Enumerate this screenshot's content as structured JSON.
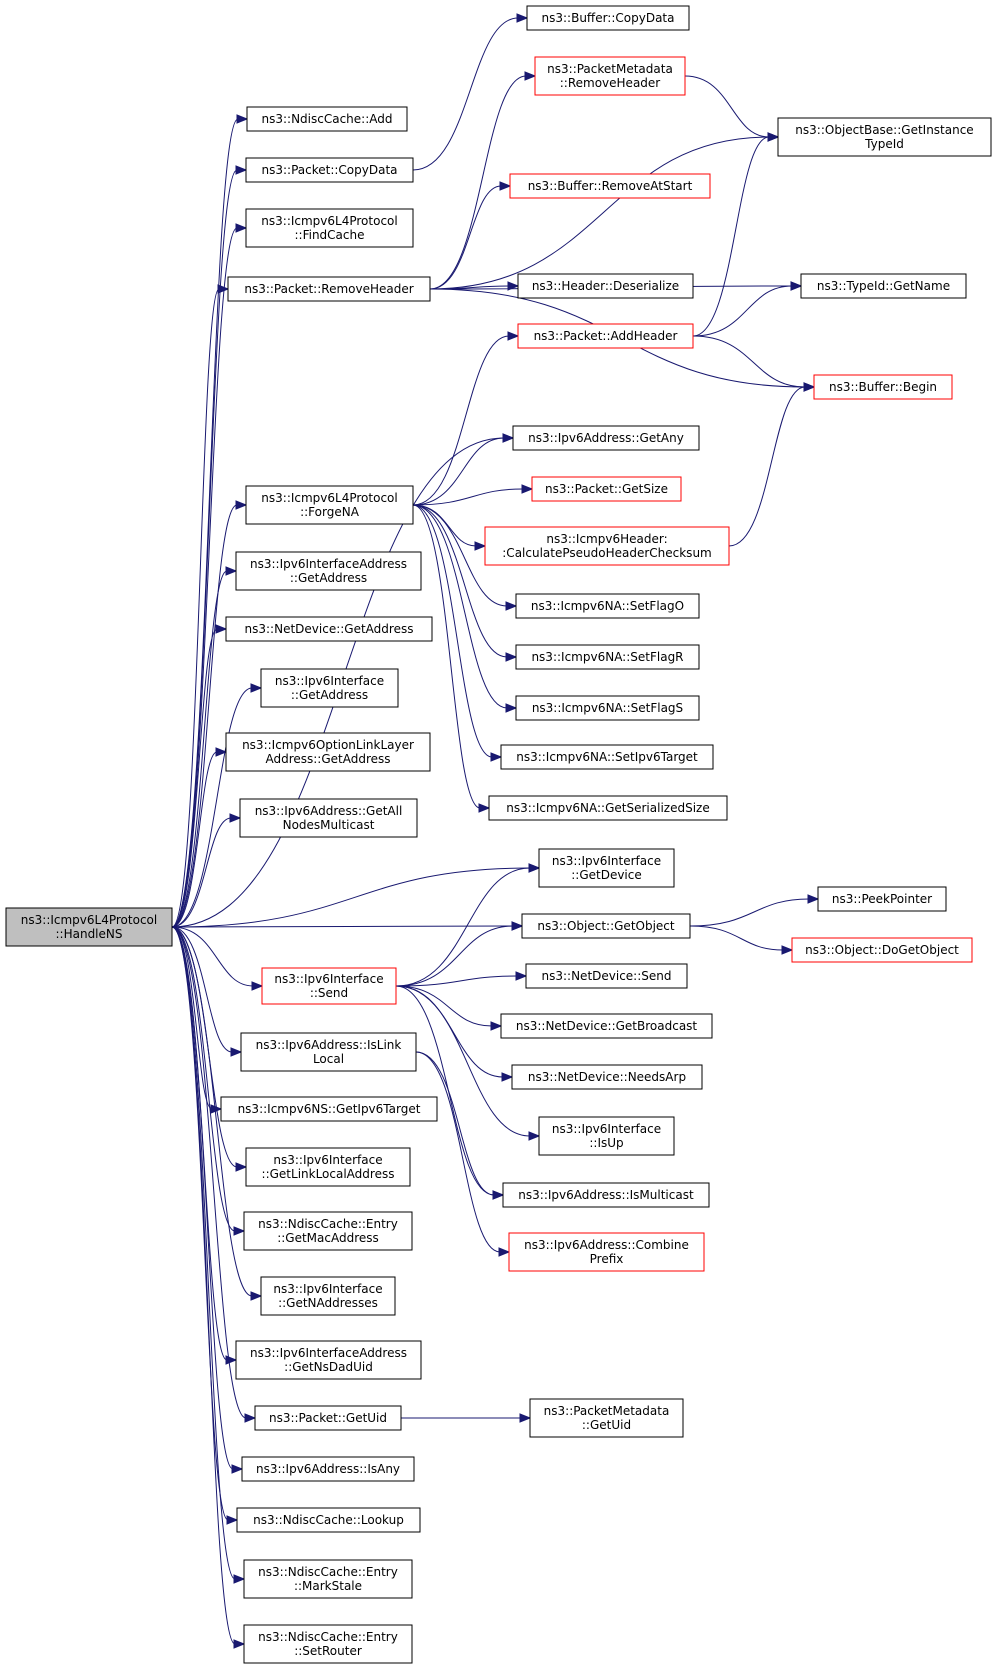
{
  "colors": {
    "edge": "#191970",
    "border_normal": "#000000",
    "border_incomplete": "#ff0000",
    "fill_normal": "#ffffff",
    "fill_root": "#bfbfbf"
  },
  "nodes": [
    {
      "id": "root",
      "lines": [
        "ns3::Icmpv6L4Protocol",
        "::HandleNS"
      ],
      "style": "root"
    },
    {
      "id": "ndisc_add",
      "lines": [
        "ns3::NdiscCache::Add"
      ],
      "style": "normal"
    },
    {
      "id": "packet_copydata",
      "lines": [
        "ns3::Packet::CopyData"
      ],
      "style": "normal"
    },
    {
      "id": "findcache",
      "lines": [
        "ns3::Icmpv6L4Protocol",
        "::FindCache"
      ],
      "style": "normal"
    },
    {
      "id": "packet_removeheader",
      "lines": [
        "ns3::Packet::RemoveHeader"
      ],
      "style": "normal"
    },
    {
      "id": "forgena",
      "lines": [
        "ns3::Icmpv6L4Protocol",
        "::ForgeNA"
      ],
      "style": "normal"
    },
    {
      "id": "ifaddr_getaddress",
      "lines": [
        "ns3::Ipv6InterfaceAddress",
        "::GetAddress"
      ],
      "style": "normal"
    },
    {
      "id": "netdev_getaddress",
      "lines": [
        "ns3::NetDevice::GetAddress"
      ],
      "style": "normal"
    },
    {
      "id": "iface_getaddress",
      "lines": [
        "ns3::Ipv6Interface",
        "::GetAddress"
      ],
      "style": "normal"
    },
    {
      "id": "optlink_getaddress",
      "lines": [
        "ns3::Icmpv6OptionLinkLayer",
        "Address::GetAddress"
      ],
      "style": "normal"
    },
    {
      "id": "getallnodes",
      "lines": [
        "ns3::Ipv6Address::GetAll",
        "NodesMulticast"
      ],
      "style": "normal"
    },
    {
      "id": "iface_send",
      "lines": [
        "ns3::Ipv6Interface",
        "::Send"
      ],
      "style": "incomplete"
    },
    {
      "id": "islinklocal",
      "lines": [
        "ns3::Ipv6Address::IsLink",
        "Local"
      ],
      "style": "normal"
    },
    {
      "id": "ns_getipv6target",
      "lines": [
        "ns3::Icmpv6NS::GetIpv6Target"
      ],
      "style": "normal"
    },
    {
      "id": "getlinklocal",
      "lines": [
        "ns3::Ipv6Interface",
        "::GetLinkLocalAddress"
      ],
      "style": "normal"
    },
    {
      "id": "entry_getmac",
      "lines": [
        "ns3::NdiscCache::Entry",
        "::GetMacAddress"
      ],
      "style": "normal"
    },
    {
      "id": "getnaddresses",
      "lines": [
        "ns3::Ipv6Interface",
        "::GetNAddresses"
      ],
      "style": "normal"
    },
    {
      "id": "getnsdaduid",
      "lines": [
        "ns3::Ipv6InterfaceAddress",
        "::GetNsDadUid"
      ],
      "style": "normal"
    },
    {
      "id": "packet_getuid",
      "lines": [
        "ns3::Packet::GetUid"
      ],
      "style": "normal"
    },
    {
      "id": "isany",
      "lines": [
        "ns3::Ipv6Address::IsAny"
      ],
      "style": "normal"
    },
    {
      "id": "lookup",
      "lines": [
        "ns3::NdiscCache::Lookup"
      ],
      "style": "normal"
    },
    {
      "id": "markstale",
      "lines": [
        "ns3::NdiscCache::Entry",
        "::MarkStale"
      ],
      "style": "normal"
    },
    {
      "id": "setrouter",
      "lines": [
        "ns3::NdiscCache::Entry",
        "::SetRouter"
      ],
      "style": "normal"
    },
    {
      "id": "buffer_copydata",
      "lines": [
        "ns3::Buffer::CopyData"
      ],
      "style": "normal"
    },
    {
      "id": "meta_removeheader",
      "lines": [
        "ns3::PacketMetadata",
        "::RemoveHeader"
      ],
      "style": "incomplete"
    },
    {
      "id": "buffer_removeatstart",
      "lines": [
        "ns3::Buffer::RemoveAtStart"
      ],
      "style": "incomplete"
    },
    {
      "id": "header_deserialize",
      "lines": [
        "ns3::Header::Deserialize"
      ],
      "style": "normal"
    },
    {
      "id": "packet_addheader",
      "lines": [
        "ns3::Packet::AddHeader"
      ],
      "style": "incomplete"
    },
    {
      "id": "getany",
      "lines": [
        "ns3::Ipv6Address::GetAny"
      ],
      "style": "normal"
    },
    {
      "id": "packet_getsize",
      "lines": [
        "ns3::Packet::GetSize"
      ],
      "style": "incomplete"
    },
    {
      "id": "checksum",
      "lines": [
        "ns3::Icmpv6Header:",
        ":CalculatePseudoHeaderChecksum"
      ],
      "style": "incomplete"
    },
    {
      "id": "setflago",
      "lines": [
        "ns3::Icmpv6NA::SetFlagO"
      ],
      "style": "normal"
    },
    {
      "id": "setflagr",
      "lines": [
        "ns3::Icmpv6NA::SetFlagR"
      ],
      "style": "normal"
    },
    {
      "id": "setflags",
      "lines": [
        "ns3::Icmpv6NA::SetFlagS"
      ],
      "style": "normal"
    },
    {
      "id": "setipv6target",
      "lines": [
        "ns3::Icmpv6NA::SetIpv6Target"
      ],
      "style": "normal"
    },
    {
      "id": "getserializedsize",
      "lines": [
        "ns3::Icmpv6NA::GetSerializedSize"
      ],
      "style": "normal"
    },
    {
      "id": "iface_getdevice",
      "lines": [
        "ns3::Ipv6Interface",
        "::GetDevice"
      ],
      "style": "normal"
    },
    {
      "id": "object_getobject",
      "lines": [
        "ns3::Object::GetObject"
      ],
      "style": "normal"
    },
    {
      "id": "netdev_send",
      "lines": [
        "ns3::NetDevice::Send"
      ],
      "style": "normal"
    },
    {
      "id": "netdev_getbroadcast",
      "lines": [
        "ns3::NetDevice::GetBroadcast"
      ],
      "style": "normal"
    },
    {
      "id": "netdev_needsarp",
      "lines": [
        "ns3::NetDevice::NeedsArp"
      ],
      "style": "normal"
    },
    {
      "id": "iface_isup",
      "lines": [
        "ns3::Ipv6Interface",
        "::IsUp"
      ],
      "style": "normal"
    },
    {
      "id": "ismulticast",
      "lines": [
        "ns3::Ipv6Address::IsMulticast"
      ],
      "style": "normal"
    },
    {
      "id": "combineprefix",
      "lines": [
        "ns3::Ipv6Address::Combine",
        "Prefix"
      ],
      "style": "incomplete"
    },
    {
      "id": "meta_getuid",
      "lines": [
        "ns3::PacketMetadata",
        "::GetUid"
      ],
      "style": "normal"
    },
    {
      "id": "getinstancetypeid",
      "lines": [
        "ns3::ObjectBase::GetInstance",
        "TypeId"
      ],
      "style": "normal"
    },
    {
      "id": "typeid_getname",
      "lines": [
        "ns3::TypeId::GetName"
      ],
      "style": "normal"
    },
    {
      "id": "buffer_begin",
      "lines": [
        "ns3::Buffer::Begin"
      ],
      "style": "incomplete"
    },
    {
      "id": "peekpointer",
      "lines": [
        "ns3::PeekPointer"
      ],
      "style": "normal"
    },
    {
      "id": "dogetobject",
      "lines": [
        "ns3::Object::DoGetObject"
      ],
      "style": "incomplete"
    }
  ],
  "edges": [
    [
      "root",
      "ndisc_add"
    ],
    [
      "root",
      "packet_copydata"
    ],
    [
      "root",
      "findcache"
    ],
    [
      "root",
      "packet_removeheader"
    ],
    [
      "root",
      "getany"
    ],
    [
      "root",
      "forgena"
    ],
    [
      "root",
      "ifaddr_getaddress"
    ],
    [
      "root",
      "netdev_getaddress"
    ],
    [
      "root",
      "iface_getaddress"
    ],
    [
      "root",
      "optlink_getaddress"
    ],
    [
      "root",
      "getallnodes"
    ],
    [
      "root",
      "iface_getdevice"
    ],
    [
      "root",
      "object_getobject"
    ],
    [
      "root",
      "iface_send"
    ],
    [
      "root",
      "islinklocal"
    ],
    [
      "root",
      "ns_getipv6target"
    ],
    [
      "root",
      "getlinklocal"
    ],
    [
      "root",
      "entry_getmac"
    ],
    [
      "root",
      "getnaddresses"
    ],
    [
      "root",
      "getnsdaduid"
    ],
    [
      "root",
      "packet_getuid"
    ],
    [
      "root",
      "isany"
    ],
    [
      "root",
      "lookup"
    ],
    [
      "root",
      "markstale"
    ],
    [
      "root",
      "setrouter"
    ],
    [
      "packet_copydata",
      "buffer_copydata"
    ],
    [
      "packet_removeheader",
      "meta_removeheader"
    ],
    [
      "packet_removeheader",
      "getinstancetypeid"
    ],
    [
      "packet_removeheader",
      "buffer_removeatstart"
    ],
    [
      "packet_removeheader",
      "typeid_getname"
    ],
    [
      "packet_removeheader",
      "header_deserialize"
    ],
    [
      "packet_removeheader",
      "buffer_begin"
    ],
    [
      "meta_removeheader",
      "getinstancetypeid"
    ],
    [
      "forgena",
      "packet_addheader"
    ],
    [
      "forgena",
      "getany"
    ],
    [
      "forgena",
      "packet_getsize"
    ],
    [
      "forgena",
      "checksum"
    ],
    [
      "forgena",
      "setflago"
    ],
    [
      "forgena",
      "setflagr"
    ],
    [
      "forgena",
      "setflags"
    ],
    [
      "forgena",
      "setipv6target"
    ],
    [
      "forgena",
      "getserializedsize"
    ],
    [
      "packet_addheader",
      "getinstancetypeid"
    ],
    [
      "packet_addheader",
      "typeid_getname"
    ],
    [
      "packet_addheader",
      "buffer_begin"
    ],
    [
      "checksum",
      "buffer_begin"
    ],
    [
      "iface_send",
      "iface_getdevice"
    ],
    [
      "iface_send",
      "object_getobject"
    ],
    [
      "iface_send",
      "netdev_send"
    ],
    [
      "iface_send",
      "netdev_getbroadcast"
    ],
    [
      "iface_send",
      "netdev_needsarp"
    ],
    [
      "iface_send",
      "iface_isup"
    ],
    [
      "iface_send",
      "ismulticast"
    ],
    [
      "islinklocal",
      "ismulticast"
    ],
    [
      "islinklocal",
      "combineprefix"
    ],
    [
      "packet_getuid",
      "meta_getuid"
    ],
    [
      "object_getobject",
      "peekpointer"
    ],
    [
      "object_getobject",
      "dogetobject"
    ]
  ]
}
